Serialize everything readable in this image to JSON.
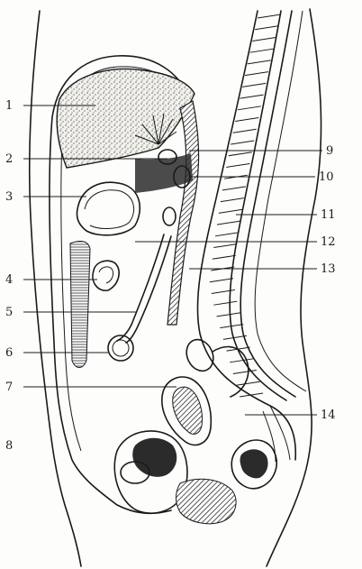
{
  "figure": {
    "labels": [
      {
        "id": "1",
        "text": "1"
      },
      {
        "id": "2",
        "text": "2"
      },
      {
        "id": "3",
        "text": "3"
      },
      {
        "id": "4",
        "text": "4"
      },
      {
        "id": "5",
        "text": "5"
      },
      {
        "id": "6",
        "text": "6"
      },
      {
        "id": "7",
        "text": "7"
      },
      {
        "id": "8",
        "text": "8"
      },
      {
        "id": "9",
        "text": "9"
      },
      {
        "id": "10",
        "text": "10"
      },
      {
        "id": "11",
        "text": "11"
      },
      {
        "id": "12",
        "text": "12"
      },
      {
        "id": "13",
        "text": "13"
      },
      {
        "id": "14",
        "text": "14"
      }
    ],
    "colors": {
      "ink": "#1a1a1a",
      "paper": "#fdfdfb",
      "stipple": "#6b6b6b",
      "shade": "#2b2b2b"
    }
  }
}
